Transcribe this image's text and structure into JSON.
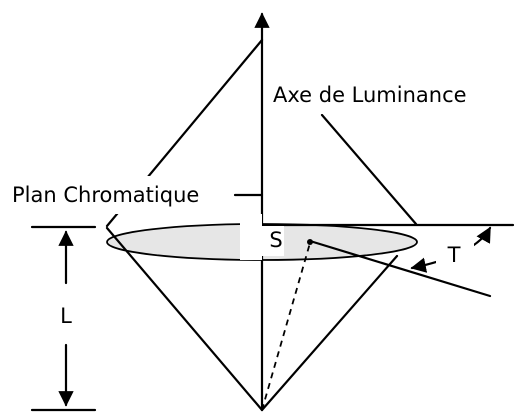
{
  "labels": {
    "axis": "Axe de Luminance",
    "plane": "Plan Chromatique",
    "saturation": "S",
    "hue": "T",
    "lightness": "L"
  },
  "colors": {
    "ink": "#000000",
    "plane_fill": "#e6e6e6",
    "background": "#ffffff"
  }
}
